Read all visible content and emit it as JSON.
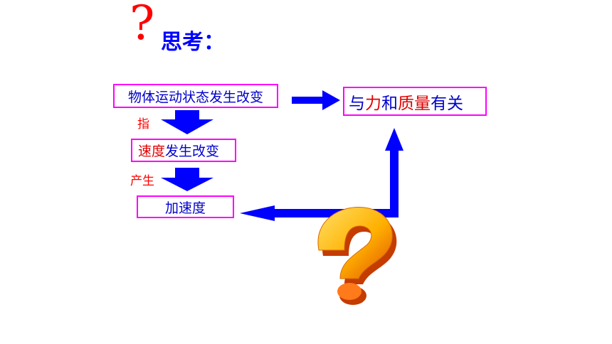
{
  "header": {
    "question_mark": "?",
    "title": "思考："
  },
  "nodes": {
    "state_change": "物体运动状态发生改变",
    "velocity_change": {
      "part1": "速度",
      "part2": "发生改变"
    },
    "acceleration": "加速度",
    "relation": {
      "p1": "与",
      "p2": "力",
      "p3": "和",
      "p4": "质量",
      "p5": "有关"
    }
  },
  "labels": {
    "means": "指",
    "produces": "产生"
  },
  "colors": {
    "arrow": "#0000ff",
    "box_border": "#ff00ff",
    "highlight": "#e00000",
    "text": "#0000cc"
  },
  "decoration": {
    "icon": "3d-question-mark-icon"
  }
}
